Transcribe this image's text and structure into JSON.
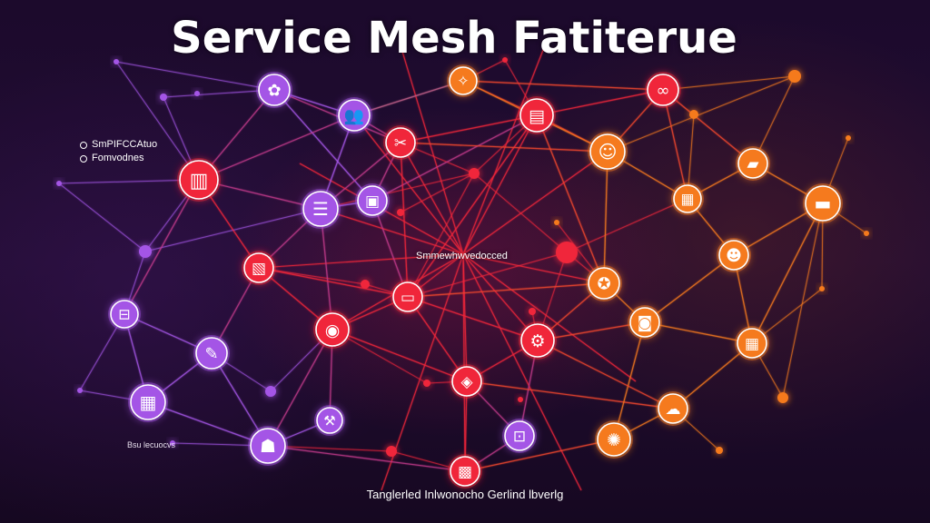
{
  "title": "Service Mesh Fatiterue",
  "legend": {
    "items": [
      {
        "label": "SmPIFCCAtuo"
      },
      {
        "label": "Fomvodnes"
      }
    ]
  },
  "center_label": "Smmewhwvedocced",
  "corner_note": "Bsu lecuocvs",
  "caption": "Tanglerled Inlwonocho Gerlind lbverlg",
  "colors": {
    "background": "#1b0b2a",
    "purple": "#a455e6",
    "red": "#f0263a",
    "orange": "#f57a1e",
    "text": "#ffffff"
  },
  "nodes": [
    {
      "id": "p1",
      "group": "purple",
      "icon": "team-icon",
      "glyph": "✿"
    },
    {
      "id": "p2",
      "group": "purple",
      "icon": "users-icon",
      "glyph": "👥"
    },
    {
      "id": "p3",
      "group": "purple",
      "icon": "document-list-icon",
      "glyph": "☰"
    },
    {
      "id": "p4",
      "group": "purple",
      "icon": "pencil-icon",
      "glyph": "✎"
    },
    {
      "id": "p5",
      "group": "purple",
      "icon": "cart-icon",
      "glyph": "⊟"
    },
    {
      "id": "p6",
      "group": "purple",
      "icon": "tools-icon",
      "glyph": "⚒"
    },
    {
      "id": "p7",
      "group": "purple",
      "icon": "building-icon",
      "glyph": "▦"
    },
    {
      "id": "p8",
      "group": "purple",
      "icon": "people-icon",
      "glyph": "☗"
    },
    {
      "id": "p9",
      "group": "purple",
      "icon": "user-card-icon",
      "glyph": "▣"
    },
    {
      "id": "p10",
      "group": "purple",
      "icon": "app-window-icon",
      "glyph": "⊡"
    },
    {
      "id": "r1",
      "group": "red",
      "icon": "chain-link-icon",
      "glyph": "∞"
    },
    {
      "id": "r2",
      "group": "red",
      "icon": "storage-icon",
      "glyph": "▤"
    },
    {
      "id": "r3",
      "group": "red",
      "icon": "wrench-icon",
      "glyph": "✂"
    },
    {
      "id": "r4",
      "group": "red",
      "icon": "checklist-icon",
      "glyph": "▥"
    },
    {
      "id": "r5",
      "group": "red",
      "icon": "server-icon",
      "glyph": "▧"
    },
    {
      "id": "r6",
      "group": "red",
      "icon": "monitor-icon",
      "glyph": "▭"
    },
    {
      "id": "r7",
      "group": "red",
      "icon": "database-icon",
      "glyph": "◉"
    },
    {
      "id": "r8",
      "group": "red",
      "icon": "gear-icon",
      "glyph": "⚙"
    },
    {
      "id": "r9",
      "group": "red",
      "icon": "folder-icon",
      "glyph": "▩"
    },
    {
      "id": "r10",
      "group": "red",
      "icon": "shield-icon",
      "glyph": "◈"
    },
    {
      "id": "o1",
      "group": "orange",
      "icon": "key-icon",
      "glyph": "✧"
    },
    {
      "id": "o2",
      "group": "orange",
      "icon": "truck-icon",
      "glyph": "▰"
    },
    {
      "id": "o3",
      "group": "orange",
      "icon": "calendar-icon",
      "glyph": "▦"
    },
    {
      "id": "o4",
      "group": "orange",
      "icon": "credit-card-icon",
      "glyph": "▬"
    },
    {
      "id": "o5",
      "group": "orange",
      "icon": "person-icon",
      "glyph": "☻"
    },
    {
      "id": "o6",
      "group": "orange",
      "icon": "profile-icon",
      "glyph": "☺"
    },
    {
      "id": "o7",
      "group": "orange",
      "icon": "network-icon",
      "glyph": "✪"
    },
    {
      "id": "o8",
      "group": "orange",
      "icon": "grid-icon",
      "glyph": "▦"
    },
    {
      "id": "o9",
      "group": "orange",
      "icon": "cloud-icon",
      "glyph": "☁"
    },
    {
      "id": "o10",
      "group": "orange",
      "icon": "cog-icon",
      "glyph": "✺"
    },
    {
      "id": "o11",
      "group": "orange",
      "icon": "chat-icon",
      "glyph": "◙"
    }
  ]
}
